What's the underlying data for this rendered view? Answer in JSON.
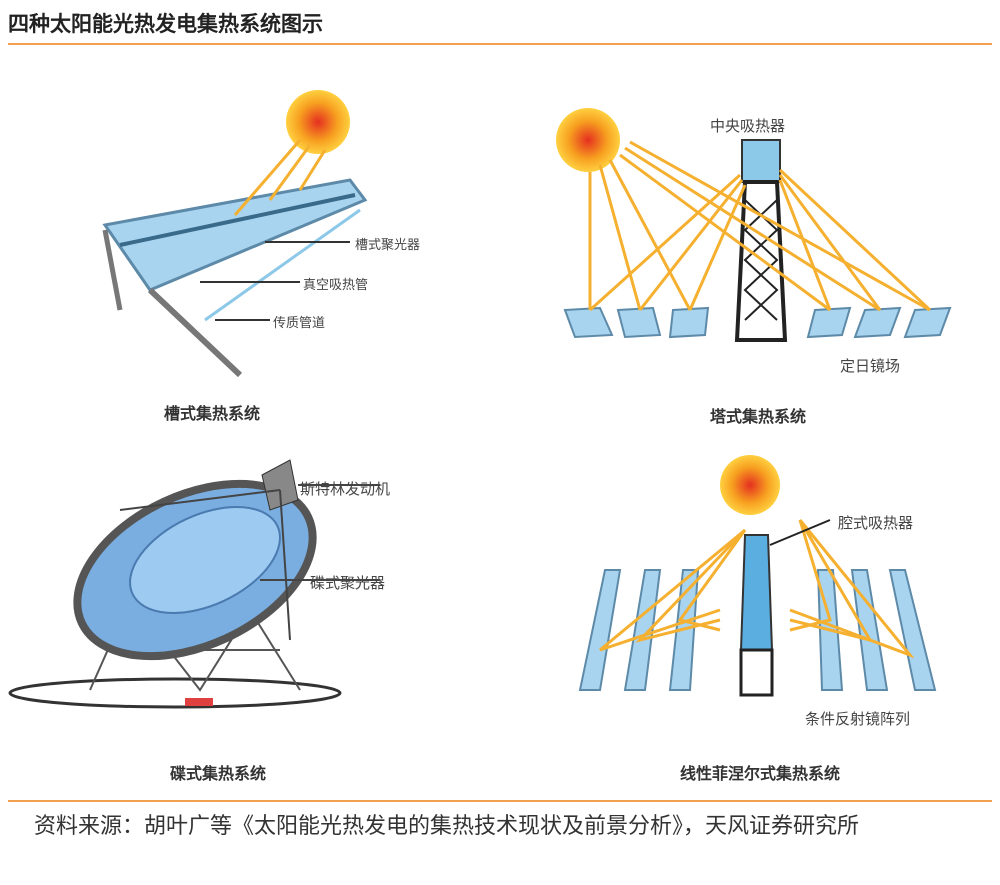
{
  "title": "四种太阳能光热发电集热系统图示",
  "panels": {
    "trough": {
      "caption": "槽式集热系统",
      "labels": [
        "槽式聚光器",
        "真空吸热管",
        "传质管道"
      ]
    },
    "tower": {
      "caption": "塔式集热系统",
      "labels": [
        "中央吸热器",
        "定日镜场"
      ]
    },
    "dish": {
      "caption": "碟式集热系统",
      "labels": [
        "斯特林发动机",
        "碟式聚光器"
      ]
    },
    "fresnel": {
      "caption": "线性菲涅尔式集热系统",
      "labels": [
        "腔式吸热器",
        "条件反射镜阵列"
      ]
    }
  },
  "source": "资料来源：胡叶广等《太阳能光热发电的集热技术现状及前景分析》，天风证券研究所",
  "colors": {
    "accent": "#f0a050",
    "mirror": "#a8d4ef",
    "ray": "#f5b030"
  }
}
